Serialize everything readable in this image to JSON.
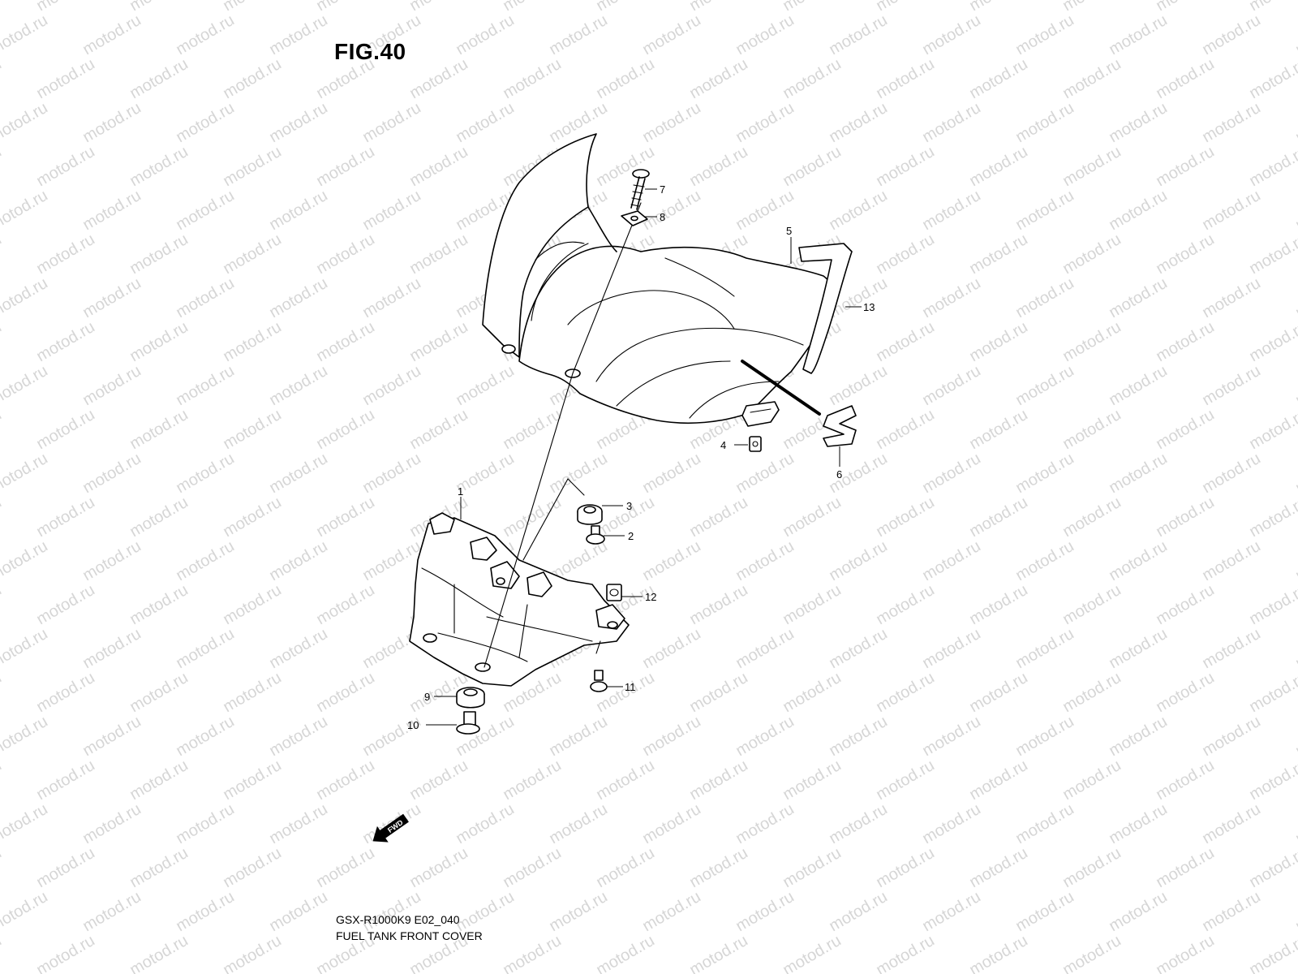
{
  "figure": {
    "title": "FIG.40",
    "model_code": "GSX-R1000K9 E02_040",
    "name": "FUEL TANK FRONT COVER",
    "watermark": "motod.ru",
    "fwd_label": "FWD"
  },
  "parts": [
    {
      "id": "p1",
      "number": "1"
    },
    {
      "id": "p2",
      "number": "2"
    },
    {
      "id": "p3",
      "number": "3"
    },
    {
      "id": "p4",
      "number": "4"
    },
    {
      "id": "p5",
      "number": "5"
    },
    {
      "id": "p6",
      "number": "6"
    },
    {
      "id": "p7",
      "number": "7"
    },
    {
      "id": "p8",
      "number": "8"
    },
    {
      "id": "p9",
      "number": "9"
    },
    {
      "id": "p10",
      "number": "10"
    },
    {
      "id": "p11",
      "number": "11"
    },
    {
      "id": "p12",
      "number": "12"
    },
    {
      "id": "p13",
      "number": "13"
    }
  ]
}
